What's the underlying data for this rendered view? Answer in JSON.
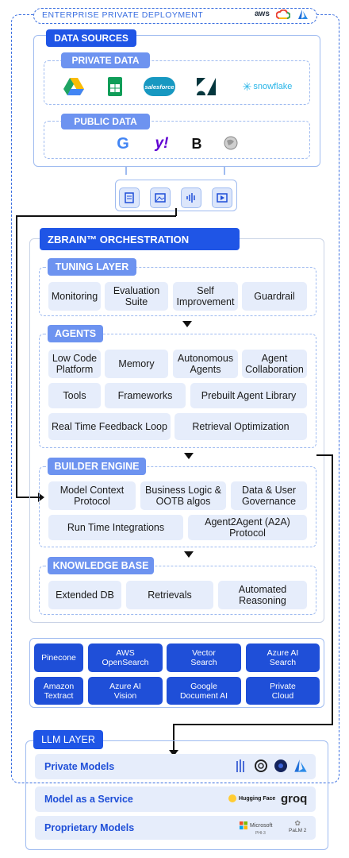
{
  "enterprise": {
    "label": "ENTERPRISE PRIVATE DEPLOYMENT",
    "clouds": [
      "aws",
      "gcp-icon",
      "azure-icon"
    ]
  },
  "data_sources": {
    "title": "DATA SOURCES",
    "private": {
      "title": "PRIVATE DATA",
      "logos": [
        "google-drive-icon",
        "google-sheets-icon",
        "salesforce",
        "zendesk-icon",
        "snowflake"
      ]
    },
    "public": {
      "title": "PUBLIC DATA",
      "logos": [
        "google-icon",
        "y!",
        "B",
        "globe-icon"
      ]
    },
    "formats": [
      "document-icon",
      "image-icon",
      "audio-icon",
      "video-icon"
    ]
  },
  "orchestration": {
    "title": "ZBRAIN™ ORCHESTRATION"
  },
  "tuning": {
    "title": "TUNING LAYER",
    "items": [
      "Monitoring",
      "Evaluation Suite",
      "Self Improvement",
      "Guardrail"
    ]
  },
  "agents": {
    "title": "AGENTS",
    "row1": [
      "Low Code Platform",
      "Memory",
      "Autonomous Agents",
      "Agent Collaboration"
    ],
    "row2": [
      "Tools",
      "Frameworks",
      "Prebuilt Agent Library"
    ],
    "row3": [
      "Real Time Feedback Loop",
      "Retrieval Optimization"
    ]
  },
  "builder": {
    "title": "BUILDER ENGINE",
    "row1": [
      "Model Context Protocol",
      "Business Logic & OOTB algos",
      "Data & User Governance"
    ],
    "row2": [
      "Run Time Integrations",
      "Agent2Agent (A2A) Protocol"
    ]
  },
  "knowledge": {
    "title": "KNOWLEDGE BASE",
    "items": [
      "Extended DB",
      "Retrievals",
      "Automated Reasoning"
    ]
  },
  "vector": {
    "row1": [
      "Pinecone",
      "AWS OpenSearch",
      "Vector Search",
      "Azure AI Search"
    ],
    "row2": [
      "Amazon Textract",
      "Azure AI Vision",
      "Google Document AI",
      "Private Cloud"
    ]
  },
  "llm": {
    "title": "LLM LAYER",
    "rows": [
      {
        "label": "Private Models",
        "logos": [
          "llama-icon",
          "openai-icon",
          "meta-icon",
          "azure-icon"
        ]
      },
      {
        "label": "Model as a Service",
        "hf": "Hugging Face",
        "groq": "groq"
      },
      {
        "label": "Proprietary Models",
        "ms": "Microsoft",
        "ms_sub": "PHI-3",
        "palm": "PaLM 2"
      }
    ]
  },
  "colors": {
    "accent": "#1f55e6",
    "light_chip": "#e6edfb",
    "border": "#9fbbf0",
    "dashed": "#3b6fe0"
  }
}
